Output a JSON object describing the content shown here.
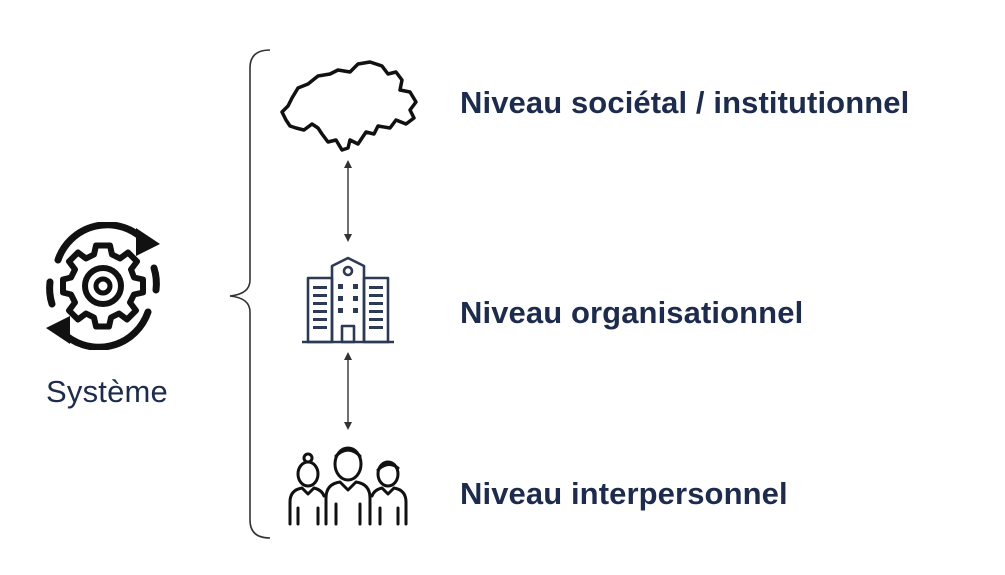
{
  "system": {
    "label": "Système",
    "icon": "gear-cycle-icon"
  },
  "levels": [
    {
      "label": "Niveau sociétal / institutionnel",
      "icon": "switzerland-map-icon"
    },
    {
      "label": "Niveau organisationnel",
      "icon": "building-icon"
    },
    {
      "label": "Niveau interpersonnel",
      "icon": "people-group-icon"
    }
  ],
  "connectors": [
    "double-arrow",
    "double-arrow"
  ],
  "colors": {
    "text": "#1d2c4c",
    "icon_stroke": "#1a1a1a",
    "bracket": "#333333"
  }
}
